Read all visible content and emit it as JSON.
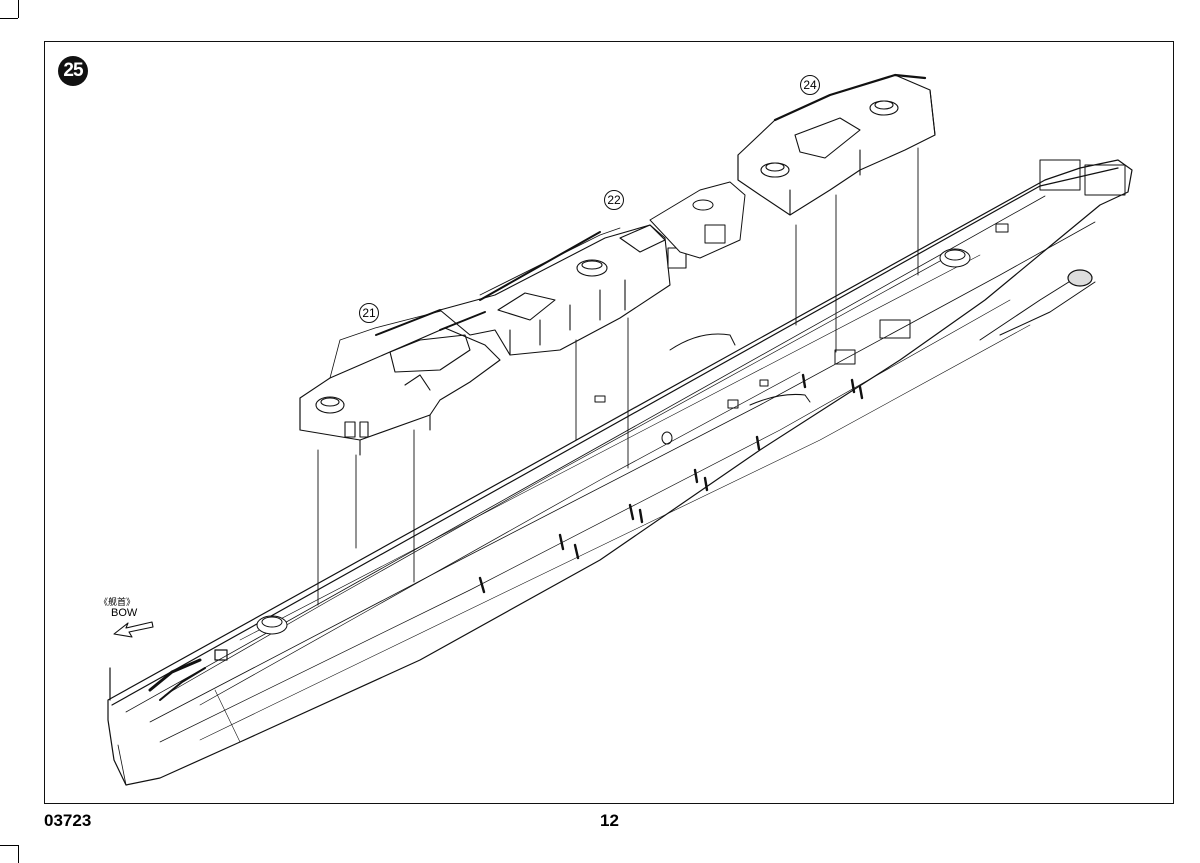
{
  "step": {
    "number": "25"
  },
  "callouts": {
    "part_21": "21",
    "part_22": "22",
    "part_24": "24"
  },
  "bow_label": {
    "chinese": "《舰首》",
    "english": "BOW"
  },
  "footer": {
    "product_code": "03723",
    "page_number": "12"
  },
  "colors": {
    "ink": "#111111",
    "paper": "#ffffff",
    "step_badge": "#111111"
  }
}
